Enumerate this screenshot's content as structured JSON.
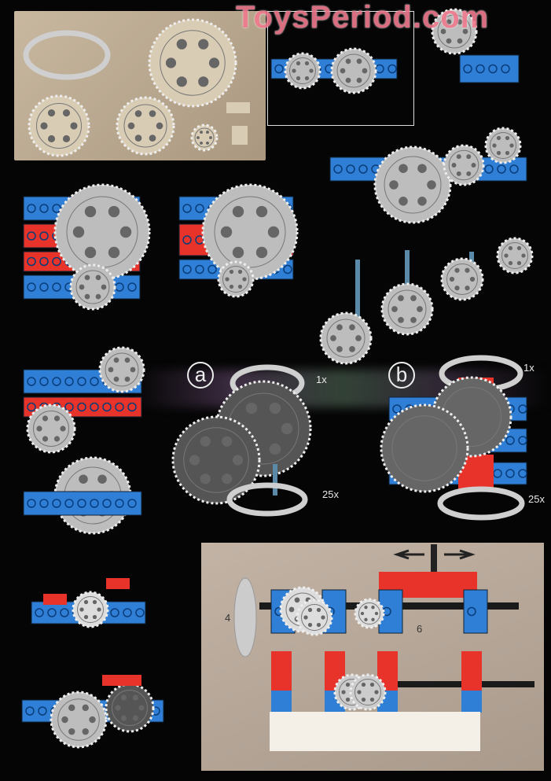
{
  "watermark": "ToysPeriod.com",
  "diagram_a": {
    "label": "a",
    "top_ratio": "1x",
    "bottom_ratio": "25x"
  },
  "diagram_b": {
    "label": "b",
    "top_ratio": "1x",
    "bottom_ratio": "25x"
  },
  "gearbox_photo": {
    "callout_left": "4",
    "callout_right": "6"
  },
  "colors": {
    "background": "#050505",
    "brick_blue": "#2f7fd6",
    "brick_red": "#e8332a",
    "gear_gray": "#bdbdbd",
    "parts_tan": "#d9ccb4"
  }
}
